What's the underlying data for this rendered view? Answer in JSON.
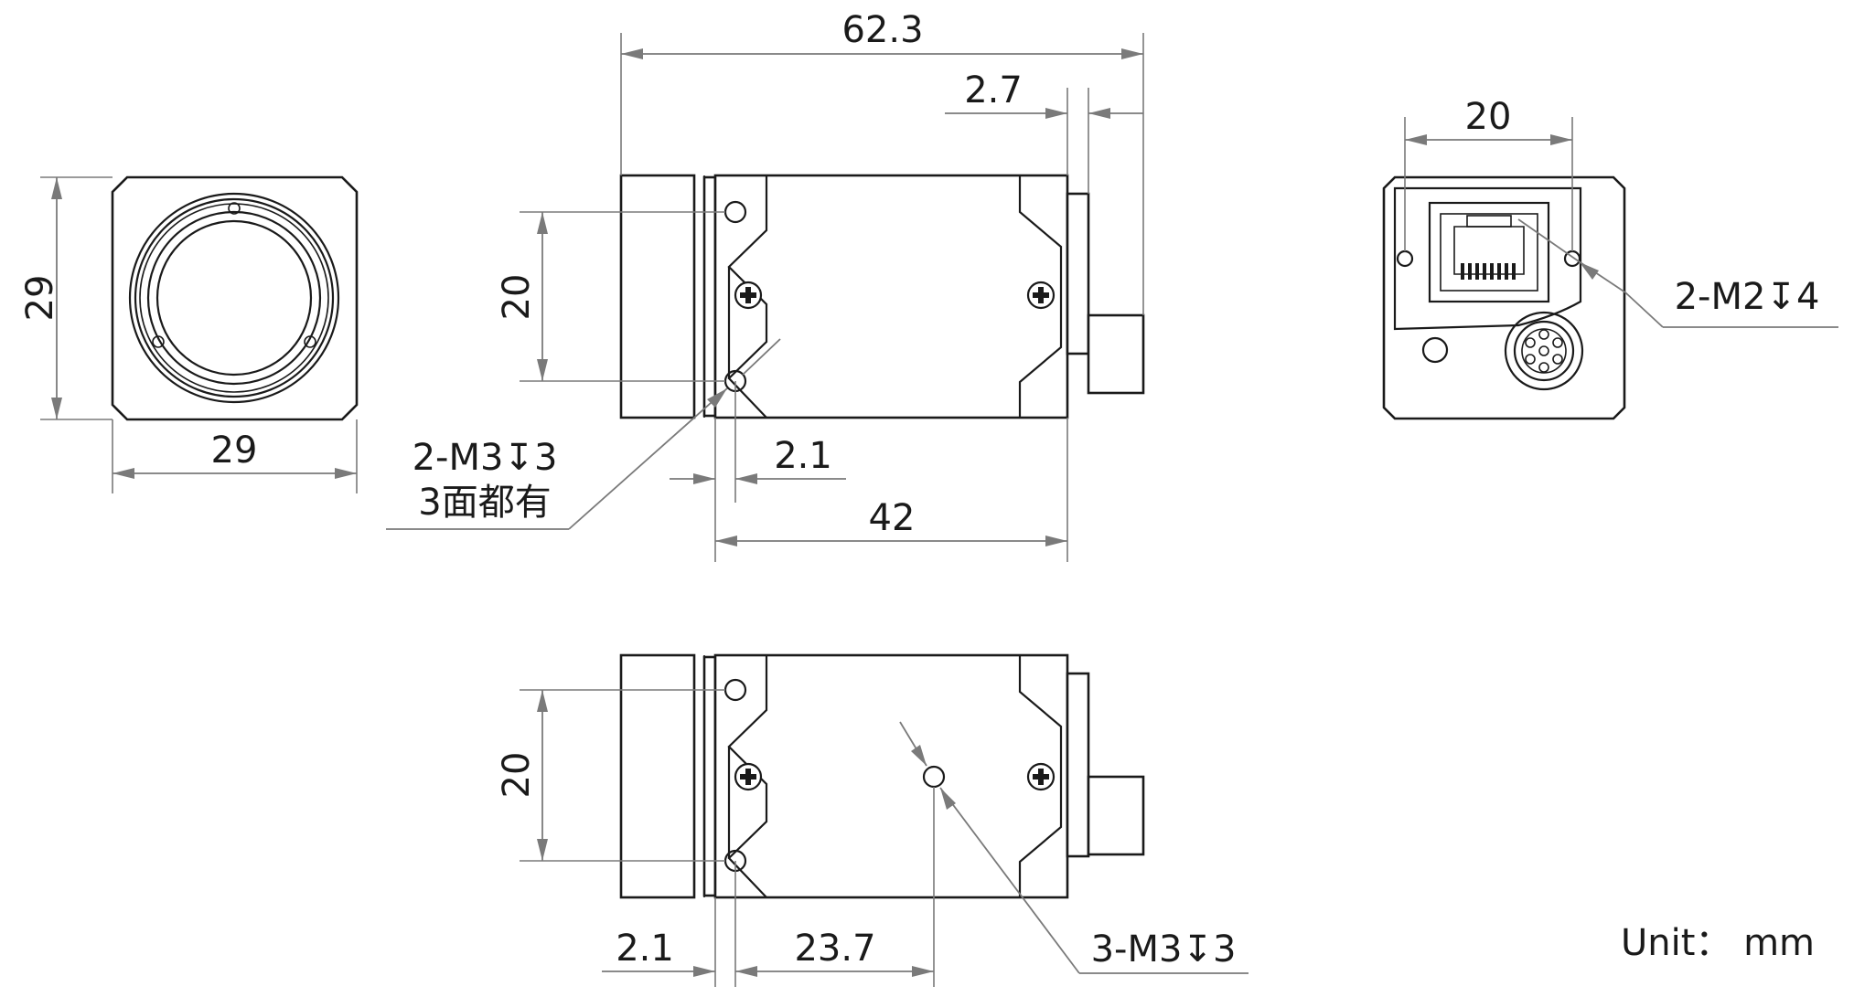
{
  "front_view": {
    "width_dim": "29",
    "height_dim": "29"
  },
  "side_view": {
    "overall_length": "62.3",
    "connector_offset": "2.7",
    "hole_spacing": "20",
    "hole_offset": "2.1",
    "body_length": "42",
    "hole_callout_line1": "2-M3↧3",
    "hole_callout_line2": "3面都有"
  },
  "back_view": {
    "hole_spacing": "20",
    "hole_callout": "2-M2↧4"
  },
  "bottom_view": {
    "hole_spacing": "20",
    "hole_offset": "2.1",
    "center_hole_offset": "23.7",
    "hole_callout": "3-M3↧3"
  },
  "unit_label": "Unit： mm"
}
